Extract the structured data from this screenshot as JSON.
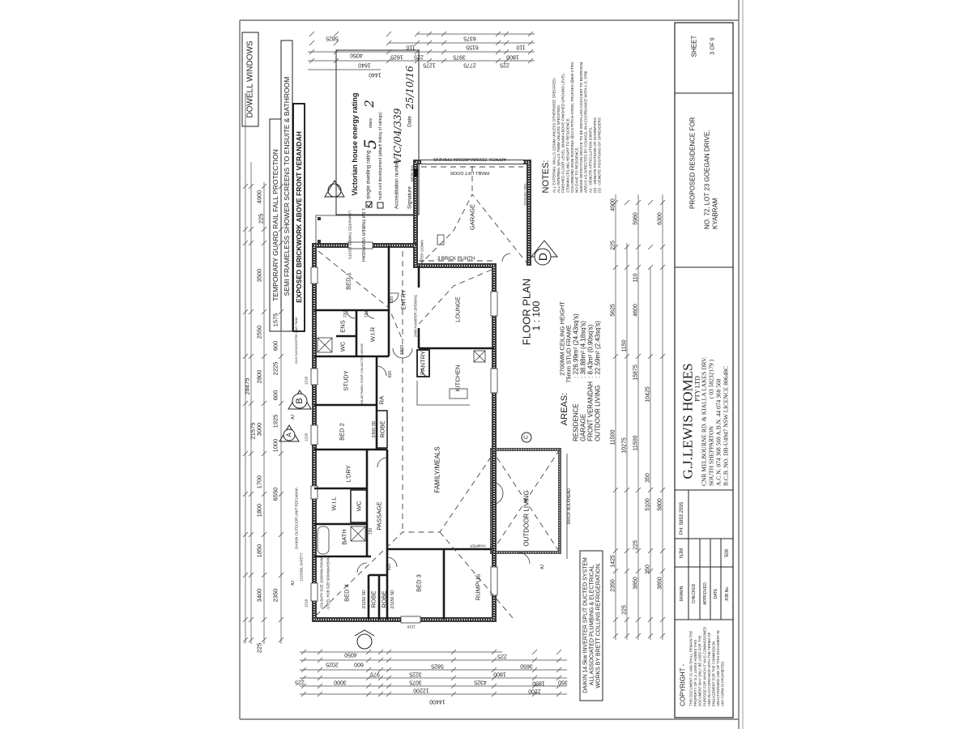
{
  "header_notes": {
    "windows": "DOWELL WINDOWS",
    "guard_rail": "TEMPORARY GUARD RAIL FALL PROTECTION",
    "shower_screens": "SEMI FRAMELESS SHOWER SCREENS TO ENSUITE & BATHROOM",
    "brickwork": "EXPOSED BRICKWORK ABOVE FRONT VERANDAH"
  },
  "energy_rating": {
    "title": "Victorian house energy rating",
    "single_label": "single dwelling rating",
    "single_checked": true,
    "stars_value": "5",
    "stars_label": "stars",
    "stars_extra": "2",
    "multi_label": "multi-unit development (attach listing of ratings)",
    "multi_checked": false,
    "accreditation_label": "Accreditation number",
    "accreditation_value": "VIC/04/339",
    "signature_label": "Signature",
    "date_label": "Date",
    "date_value": "25/10/16"
  },
  "rooms": {
    "bed1": "BED 1",
    "entry": "ENTRY",
    "lounge": "LOUNGE",
    "ens": "ENS",
    "wir": "W.I.R",
    "wc1": "WC",
    "study": "STUDY",
    "pantry": "PANTRY",
    "kitchen": "KITCHEN",
    "robe1": "ROBE",
    "bed2": "BED 2",
    "ra": "RA",
    "family": "FAMILY/MEALS",
    "ldry": "L'DRY",
    "wil": "W.I.L",
    "wc2": "WC",
    "passage": "PASSAGE",
    "bath": "BATH",
    "bed4": "BED 4",
    "robe2": "ROBE",
    "robe3": "ROBE",
    "bed3": "BED 3",
    "rumpus": "RUMPUS",
    "outdoor": "OUTDOOR LIVING",
    "garage": "GARAGE"
  },
  "annotations": {
    "hamper_opening": "2400 HAMPER OPENING",
    "entry_doors": "2/820",
    "door_820_a": "820",
    "door_820_b": "820",
    "door_820_c": "820",
    "door_720_a": "720",
    "door_720_b": "720",
    "door_720_c": "720",
    "robe_sd": "2/900 SD",
    "bed4_sd": "2/1150 SD",
    "bed3_sd": "2/1150 SD",
    "solar": "SOLAR PANEL ROOF COLLECTOR ABOVE",
    "brick_plinth": "3 BRICK PLINTH",
    "step_down": "STEP DOWN",
    "panel_lift_door": "PANEL LIFT DOOR",
    "door_opening": "APPROX. 2200MMx4800MM OPENING",
    "meter_box": "METER BOX",
    "hamper": "HAMPER",
    "brick_bulkhead": "BRICK BULKHEAD",
    "bath_size": "-O/A BATH SIZE 1680MMx760MM",
    "hob_size": "-STEEL HOB SIZE 900MMx455MM",
    "verandah": "1.5M TIMBER VERANDAH",
    "posts": "LAMINATED TIMBER POSTS",
    "outdoor_unit": "DAIKIN OUTDOOR UNIT RZP140AVI",
    "safety_glass": "1215OBL SAFETY",
    "hws": "DUX GAS BOOSTED HWS TANK",
    "window_1218_a": "1218",
    "window_1218_b": "1218",
    "window_1218_c": "1218",
    "window_1218_d": "1218",
    "obs_window": "DGH1811 OBS",
    "aj_1": "AJ",
    "aj_2": "AJ",
    "aj_3": "AJ"
  },
  "section_marks": {
    "a": "A",
    "b": "B",
    "c": "C",
    "d": "D"
  },
  "dimensions": {
    "left": [
      "28475",
      "21575",
      "4900",
      "225",
      "3500",
      "2550",
      "2800",
      "3000",
      "1700",
      "1800",
      "1850",
      "3400",
      "225",
      "1575",
      "600",
      "2225",
      "600",
      "1925",
      "1000",
      "6550",
      "2350"
    ],
    "top": [
      "6375",
      "6155",
      "110",
      "110",
      "3975",
      "1625",
      "225",
      "1800",
      "2775",
      "1275",
      "225",
      "4050",
      "1640",
      "1440",
      "5825"
    ],
    "bottom": [
      "4050",
      "225",
      "2025",
      "600",
      "5825",
      "3650",
      "975",
      "3225",
      "1800",
      "3000",
      "225",
      "3075",
      "4325",
      "12200",
      "14400",
      "2200",
      "1850",
      "350"
    ],
    "right": [
      "4900",
      "5960",
      "6300",
      "225",
      "5625",
      "11500",
      "1425",
      "2350",
      "10275",
      "225",
      "1150",
      "4600",
      "15875",
      "11500",
      "3850",
      "225",
      "110",
      "350",
      "5100",
      "350",
      "10425",
      "3850",
      "5800"
    ]
  },
  "floor_plan": {
    "title": "FLOOR PLAN",
    "scale": "1 : 100",
    "ceiling": "2700MM CEILING HEIGHT",
    "frame": "75mm STUD FRAME"
  },
  "areas": {
    "title": "AREAS:",
    "rows": [
      {
        "label": "RESIDENCE",
        "value": ":  226.99m² (24.43sq's)"
      },
      {
        "label": "GARAGE",
        "value": ":  38.88m² (4.18sq's)"
      },
      {
        "label": "FRONT VERANDAH",
        "value": ":  8.43m² (0.90sq's)"
      },
      {
        "label": "OUTDOOR LIVING",
        "value": ":  22.59m² (2.43sq's)"
      }
    ]
  },
  "notes": {
    "title": "NOTES:",
    "lines": [
      "ALL EXTERNAL WALLS 225MM UNLESS OTHERWISE SPECIFIED.",
      "ALL INTERNAL WALLS 75MM UNLESS SPECIFIED.",
      "FINISHED FLOOR LEVEL 300MM ABOVE FINISHED GROUND LEVEL.",
      "2700MM CEILING HEIGHT TO RESIDENCE.",
      "COLORBOND IRON ROOFING @22.5 PITCH-STEEL TRUSSES @600 CTRS.",
      "NO EAVE TO RESIDENCE.",
      "SMOKE DETECTION DEVICE TO BE INSTALLED ADJACENT TO BEDROOM",
      "AREAS AS DIRECTED BY COUNCIL IN ACCORDANCE WITH A.S. 3786",
      "AJ - DENOTE ARTICULATION JOINTS.",
      "(D) - DENOTE POSITIONS OF DOWNPIPES",
      "(S) - DENOTE POSITIONS OF SPREADERS"
    ]
  },
  "hvac_note": [
    "DAIKIN 14.5kw INVERTER SPLIT DUCTED SYSTEM",
    "ALL ASSOCIATED PLUMBING & ELECTRICAL",
    "WORKS BY BRETT COLLINS REFRIGERATION."
  ],
  "title_block": {
    "sheet_label": "SHEET",
    "sheet_value": "3 OF 9",
    "proposed": "PROPOSED RESIDENCE FOR",
    "address_1": "NO. 72, LOT 23 GOEGAN DRIVE,",
    "address_2": "KYABRAM",
    "company": "G.J.LEWIS HOMES",
    "company_suffix": "PTY LTD",
    "company_address": "CNR MELBOURNE RD. & KIALLA LAKES DRV.",
    "company_suburb": "SOUTH SHEPPARTON",
    "company_phone": "( 03 58232179 )",
    "company_acn": "A.C.N. 074 368 568    A.B.N. 44 074 368 568",
    "company_licence": "B.C.B. NO. DB-U4947    NSW LICENCE 80648C",
    "phone": "PH: 5853 2595",
    "drawn_label": "DRAWN",
    "drawn_value": "NJM",
    "checked_label": "CHECKED",
    "approved_label": "APPROVED",
    "date_label": "DATE",
    "job_label": "JOB No.",
    "job_value": "509",
    "copyright_title": "COPYRIGHT -",
    "copyright_lines": [
      "THIS DOCUMENT IS AND SHALL REMAIN THE",
      "PROPERTY OF G.J. LEWIS HOMES THIS",
      "DOCUMENT MAY ONLY BE USED FOR THE",
      "PURPOSE FOR WHICH IT WAS COMMISSIONED",
      "AND IN ACCORDANCE WITH THE TERMS OF",
      "ENGAGEMENT FOR THE COMMISSION.",
      "UNAUTHORIZED USE OF THIS DOCUMENT IN",
      "ANY FORM IS PROHIBITED."
    ]
  }
}
